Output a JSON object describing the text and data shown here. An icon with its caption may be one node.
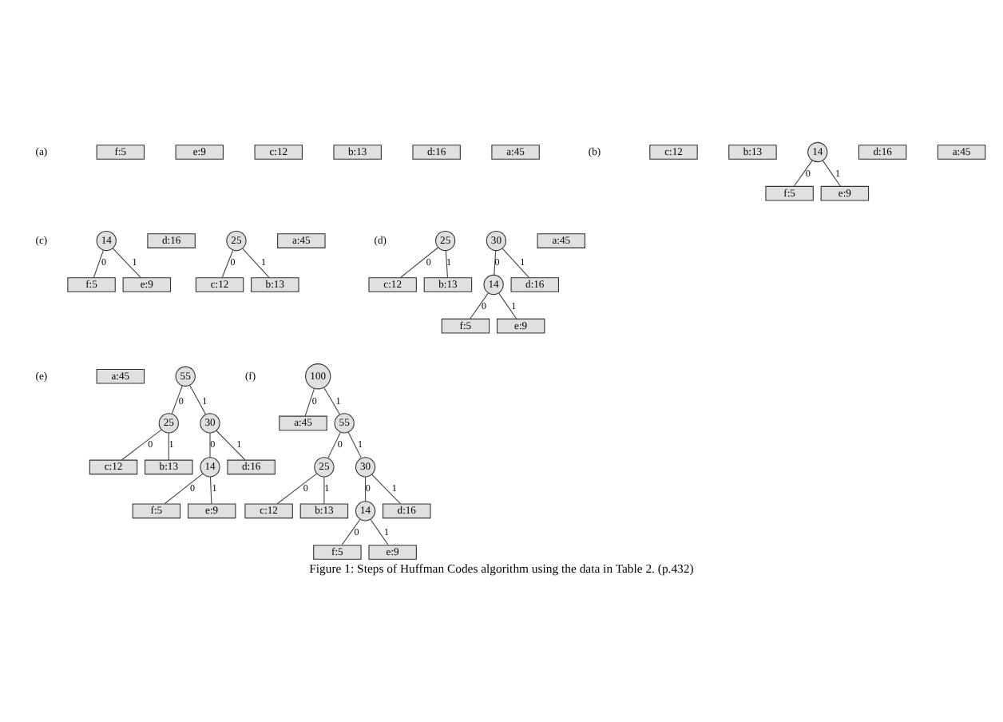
{
  "diagram": {
    "caption": "Figure 1: Steps of Huffman Codes algorithm using the data in Table 2. (p.432)",
    "nodes": [
      {
        "text": [
          "f:5"
        ]
      },
      {
        "text": [
          "e:9"
        ]
      },
      {
        "text": [
          "c:12"
        ]
      },
      {
        "text": [
          "b:13"
        ]
      },
      {
        "text": [
          "d:16"
        ]
      },
      {
        "text": [
          "a:45"
        ]
      },
      {
        "text": [
          "c:12"
        ]
      },
      {
        "text": [
          "b:13"
        ]
      },
      {
        "text": [
          "14"
        ]
      },
      {
        "text": [
          "d:16"
        ]
      },
      {
        "text": [
          "a:45"
        ]
      },
      {
        "text": [
          "f:5"
        ]
      },
      {
        "text": [
          "e:9"
        ]
      },
      {
        "text": [
          "14"
        ]
      },
      {
        "text": [
          "d:16"
        ]
      },
      {
        "text": [
          "25"
        ]
      },
      {
        "text": [
          "a:45"
        ]
      },
      {
        "text": [
          "f:5"
        ]
      },
      {
        "text": [
          "e:9"
        ]
      },
      {
        "text": [
          "c:12"
        ]
      },
      {
        "text": [
          "b:13"
        ]
      },
      {
        "text": [
          "25"
        ]
      },
      {
        "text": [
          "30"
        ]
      },
      {
        "text": [
          "a:45"
        ]
      },
      {
        "text": [
          "c:12"
        ]
      },
      {
        "text": [
          "b:13"
        ]
      },
      {
        "text": [
          "14"
        ]
      },
      {
        "text": [
          "d:16"
        ]
      },
      {
        "text": [
          "f:5"
        ]
      },
      {
        "text": [
          "e:9"
        ]
      },
      {
        "text": [
          "a:45"
        ]
      },
      {
        "text": [
          "55"
        ]
      },
      {
        "text": [
          "25"
        ]
      },
      {
        "text": [
          "30"
        ]
      },
      {
        "text": [
          "c:12"
        ]
      },
      {
        "text": [
          "b:13"
        ]
      },
      {
        "text": [
          "14"
        ]
      },
      {
        "text": [
          "d:16"
        ]
      },
      {
        "text": [
          "f:5"
        ]
      },
      {
        "text": [
          "e:9"
        ]
      },
      {
        "text": [
          "100"
        ]
      },
      {
        "text": [
          "a:45"
        ]
      },
      {
        "text": [
          "55"
        ]
      },
      {
        "text": [
          "25"
        ]
      },
      {
        "text": [
          "30"
        ]
      },
      {
        "text": [
          "c:12"
        ]
      },
      {
        "text": [
          "b:13"
        ]
      },
      {
        "text": [
          "14"
        ]
      },
      {
        "text": [
          "d:16"
        ]
      },
      {
        "text": [
          "f:5"
        ]
      },
      {
        "text": [
          "e:9"
        ]
      }
    ],
    "edges": [
      {
        "from": 8,
        "to": 11,
        "arrow": "none",
        "label": "0"
      },
      {
        "from": 8,
        "to": 12,
        "arrow": "none",
        "label": "1"
      },
      {
        "from": 13,
        "to": 17,
        "arrow": "none",
        "label": "0"
      },
      {
        "from": 13,
        "to": 18,
        "arrow": "none",
        "label": "1"
      },
      {
        "from": 15,
        "to": 19,
        "arrow": "none",
        "label": "0"
      },
      {
        "from": 15,
        "to": 20,
        "arrow": "none",
        "label": "1"
      },
      {
        "from": 21,
        "to": 24,
        "arrow": "none",
        "label": "0"
      },
      {
        "from": 21,
        "to": 25,
        "arrow": "none",
        "label": "1"
      },
      {
        "from": 22,
        "to": 26,
        "arrow": "none",
        "label": "0"
      },
      {
        "from": 22,
        "to": 27,
        "arrow": "none",
        "label": "1"
      },
      {
        "from": 26,
        "to": 28,
        "arrow": "none",
        "label": "0"
      },
      {
        "from": 26,
        "to": 29,
        "arrow": "none",
        "label": "1"
      },
      {
        "from": 31,
        "to": 32,
        "arrow": "none",
        "label": "0"
      },
      {
        "from": 31,
        "to": 33,
        "arrow": "none",
        "label": "1"
      },
      {
        "from": 32,
        "to": 34,
        "arrow": "none",
        "label": "0"
      },
      {
        "from": 32,
        "to": 35,
        "arrow": "none",
        "label": "1"
      },
      {
        "from": 33,
        "to": 36,
        "arrow": "none",
        "label": "0"
      },
      {
        "from": 33,
        "to": 37,
        "arrow": "none",
        "label": "1"
      },
      {
        "from": 36,
        "to": 38,
        "arrow": "none",
        "label": "0"
      },
      {
        "from": 36,
        "to": 39,
        "arrow": "none",
        "label": "1"
      },
      {
        "from": 40,
        "to": 41,
        "arrow": "none",
        "label": "0"
      },
      {
        "from": 40,
        "to": 42,
        "arrow": "none",
        "label": "1"
      },
      {
        "from": 42,
        "to": 43,
        "arrow": "none",
        "label": "0"
      },
      {
        "from": 42,
        "to": 44,
        "arrow": "none",
        "label": "1"
      },
      {
        "from": 43,
        "to": 45,
        "arrow": "none",
        "label": "0"
      },
      {
        "from": 43,
        "to": 46,
        "arrow": "none",
        "label": "1"
      },
      {
        "from": 44,
        "to": 47,
        "arrow": "none",
        "label": "0"
      },
      {
        "from": 44,
        "to": 48,
        "arrow": "none",
        "label": "1"
      },
      {
        "from": 47,
        "to": 49,
        "arrow": "none",
        "label": "0"
      },
      {
        "from": 47,
        "to": 50,
        "arrow": "none",
        "label": "1"
      }
    ],
    "labels": [
      "(a)",
      "(b)",
      "(c)",
      "(d)",
      "(e)",
      "(f)"
    ]
  }
}
